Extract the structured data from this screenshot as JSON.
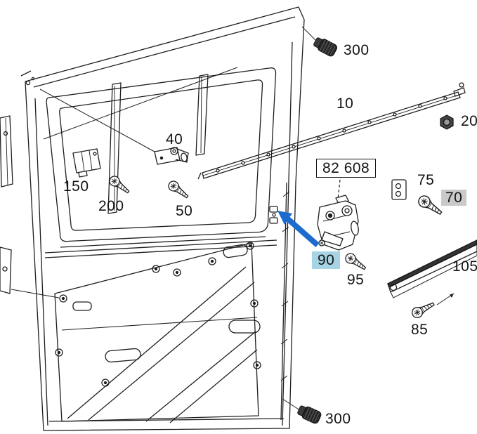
{
  "colors": {
    "line": "#1f1f1f",
    "accent_blue": "#1d6ccd",
    "highlight_blue": "#a6d4e5",
    "highlight_gray": "#c9c9c9",
    "background": "#ffffff"
  },
  "parts": {
    "bolt_top": {
      "label": "300"
    },
    "grommet_right": {
      "label": "20"
    },
    "rail_top": {
      "label": "10"
    },
    "hinge": {
      "label": "40"
    },
    "buffer": {
      "label": "150"
    },
    "screw_200": {
      "label": "200"
    },
    "screw_50": {
      "label": "50"
    },
    "assembly_box": {
      "label": "82 608"
    },
    "clip_75": {
      "label": "75"
    },
    "screw_70": {
      "label": "70"
    },
    "lock_90": {
      "label": "90"
    },
    "screw_95": {
      "label": "95"
    },
    "rail_right": {
      "label": "105"
    },
    "screw_85": {
      "label": "85"
    },
    "bolt_bottom": {
      "label": "300"
    }
  }
}
